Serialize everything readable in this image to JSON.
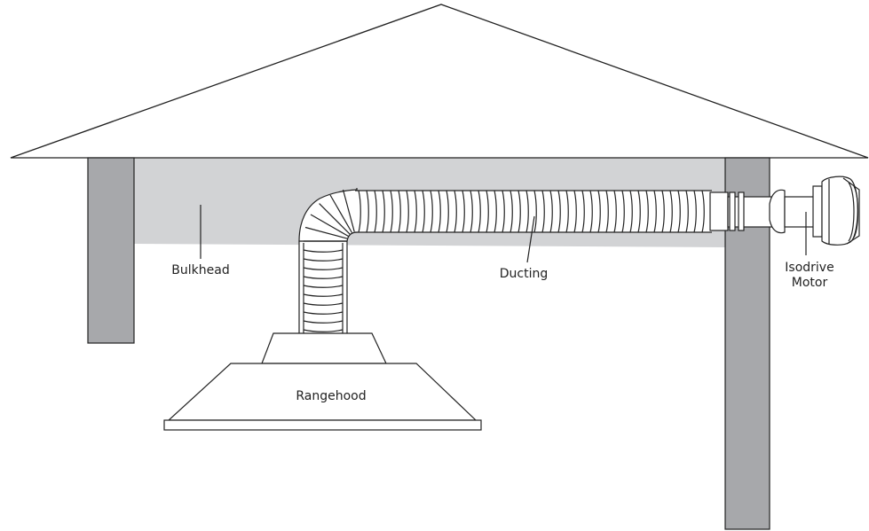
{
  "labels": {
    "bulkhead": "Bulkhead",
    "ducting": "Ducting",
    "motor_line1": "Isodrive",
    "motor_line2": "Motor",
    "rangehood": "Rangehood"
  },
  "colors": {
    "wall": "#a7a8ab",
    "bulkhead_fill": "#d2d3d5",
    "duct_fill": "#ffffff",
    "outline": "#222222",
    "background": "#ffffff"
  }
}
